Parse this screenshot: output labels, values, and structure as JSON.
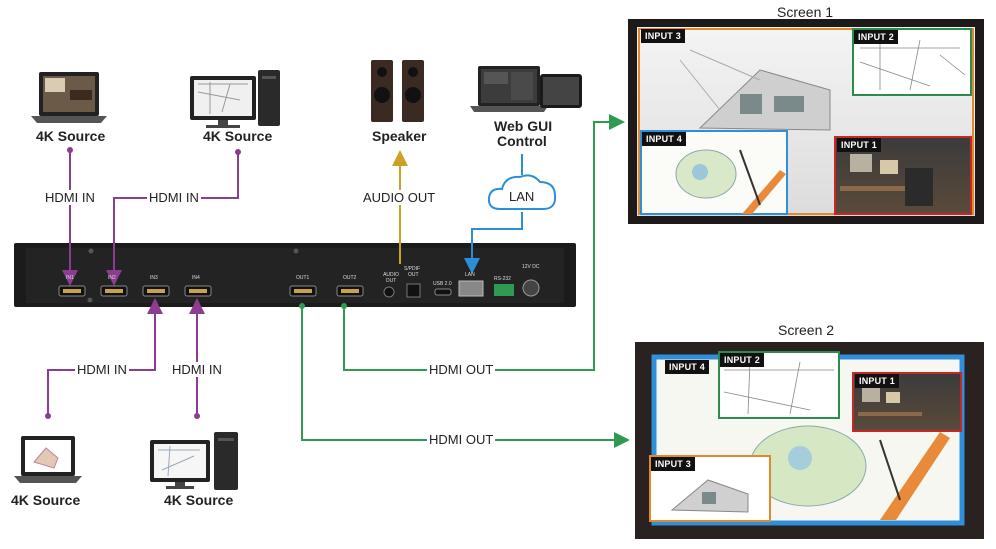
{
  "sources": {
    "top_left": "4K Source",
    "top_right": "4K Source",
    "bottom_left": "4K Source",
    "bottom_right": "4K Source"
  },
  "devices": {
    "speaker": "Speaker",
    "web_gui_line1": "Web GUI",
    "web_gui_line2": "Control",
    "lan_cloud": "LAN"
  },
  "connections": {
    "hdmi_in_1": "HDMI IN",
    "hdmi_in_2": "HDMI IN",
    "hdmi_in_3": "HDMI IN",
    "hdmi_in_4": "HDMI IN",
    "audio_out": "AUDIO OUT",
    "hdmi_out_1": "HDMI OUT",
    "hdmi_out_2": "HDMI OUT"
  },
  "panel": {
    "in1": "IN1",
    "in2": "IN2",
    "in3": "IN3",
    "in4": "IN4",
    "out1": "OUT1",
    "out2": "OUT2",
    "audio_out": "AUDIO OUT",
    "spdif_line1": "S/PDIF",
    "spdif_line2": "OUT",
    "usb": "USB 2.0",
    "lan": "LAN",
    "rs232": "RS-232",
    "power": "12V DC"
  },
  "screen1": {
    "title": "Screen 1",
    "input3": "INPUT 3",
    "input2": "INPUT 2",
    "input4": "INPUT 4",
    "input1": "INPUT 1"
  },
  "screen2": {
    "title": "Screen 2",
    "input4": "INPUT 4",
    "input2": "INPUT 2",
    "input1": "INPUT 1",
    "input3": "INPUT 3"
  },
  "colors": {
    "hdmi_in": "#8a3d91",
    "hdmi_out": "#2e9a52",
    "audio": "#c9a227",
    "lan": "#2a8fd6",
    "input1": "#c62828",
    "input2": "#2e8b4f",
    "input3": "#e08a2e",
    "input4": "#2f8fd8"
  }
}
